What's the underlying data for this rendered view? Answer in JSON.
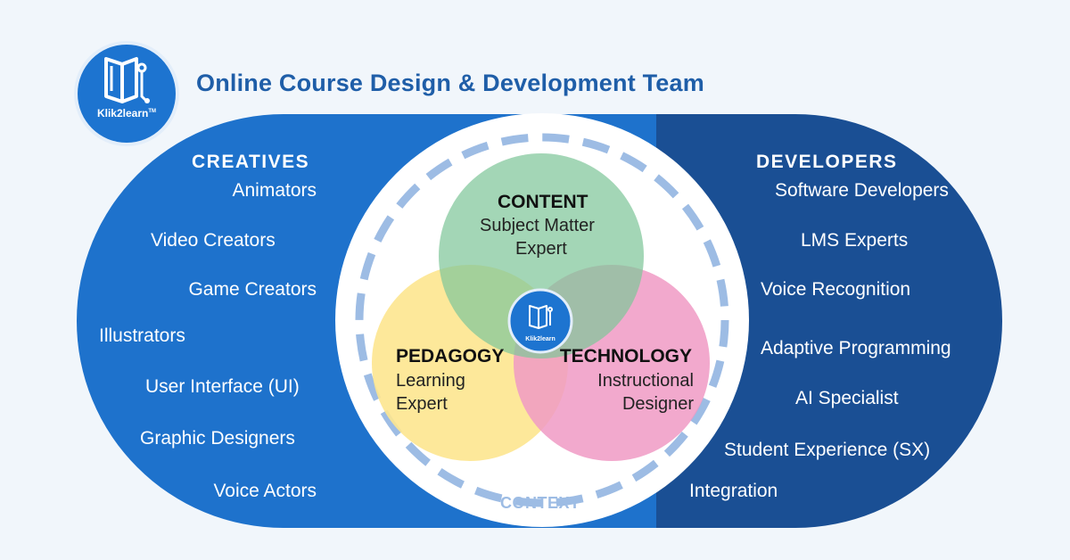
{
  "title": "Online Course Design & Development Team",
  "logo": {
    "text": "Klik2learn",
    "trademark": "TM",
    "icon": "book-circuit-icon"
  },
  "colors": {
    "creatives_band": "#1e72cc",
    "developers_band": "#1a4f94",
    "content": "#8fd0a6",
    "pedagogy": "#fde58f",
    "technology": "#f09ac4",
    "context_ring": "#9dbce4"
  },
  "creatives": {
    "heading": "CREATIVES",
    "items": [
      "Animators",
      "Video Creators",
      "Game Creators",
      "Illustrators",
      "User Interface (UI)",
      "Graphic Designers",
      "Voice Actors"
    ]
  },
  "developers": {
    "heading": "DEVELOPERS",
    "items": [
      "Software Developers",
      "LMS Experts",
      "Voice Recognition",
      "Adaptive Programming",
      "AI Specialist",
      "Student Experience (SX)",
      "Integration"
    ]
  },
  "venn": {
    "content": {
      "title": "CONTENT",
      "line1": "Subject Matter",
      "line2": "Expert"
    },
    "pedagogy": {
      "title": "PEDAGOGY",
      "line1": "Learning",
      "line2": "Expert"
    },
    "technology": {
      "title": "TECHNOLOGY",
      "line1": "Instructional",
      "line2": "Designer"
    },
    "center_logo": "Klik2learn"
  },
  "context_label": "CONTEXT"
}
